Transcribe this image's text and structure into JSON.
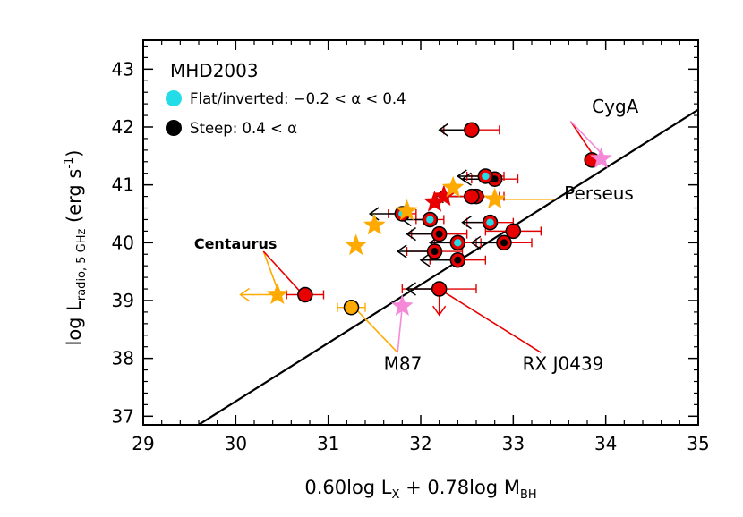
{
  "chart_data": {
    "type": "scatter",
    "xlabel": {
      "main": "0.60log L",
      "sub1": "X",
      "mid": " + 0.78log M",
      "sub2": "BH"
    },
    "ylabel": {
      "main": "log L",
      "sub": "radio, 5 GHz",
      "tail": " (erg s",
      "sup": "-1",
      "close": ")"
    },
    "xlim": [
      29,
      35
    ],
    "ylim": [
      36.85,
      43.5
    ],
    "xticks": [
      "29",
      "30",
      "31",
      "32",
      "33",
      "34",
      "35"
    ],
    "yticks": [
      "37",
      "38",
      "39",
      "40",
      "41",
      "42",
      "43"
    ],
    "grid": false,
    "legend": {
      "title": "MHD2003",
      "items": [
        {
          "label": "Flat/inverted: −0.2 < α < 0.4",
          "color": "#22dde8"
        },
        {
          "label": "Steep: 0.4 < α",
          "color": "#000000"
        }
      ],
      "placement": "top-left"
    },
    "fit_line": {
      "x": [
        29.2,
        35
      ],
      "y": [
        36.45,
        42.3
      ],
      "color": "#000000"
    },
    "colors": {
      "red": "#e80000",
      "orange": "#ffaa00",
      "pink": "#f589d8",
      "cyan": "#22dde8",
      "errbar": "#e00000"
    },
    "series": [
      {
        "marker": "circle",
        "points": [
          {
            "x": 32.55,
            "y": 41.95,
            "style": "red",
            "xerr": 0.3,
            "upper_x": 32.2
          },
          {
            "x": 32.6,
            "y": 40.8,
            "style": "red",
            "xerr": 0.3,
            "upper_x": 32.15
          },
          {
            "x": 32.55,
            "y": 40.8,
            "style": "red",
            "xerr": 0.3
          },
          {
            "x": 32.8,
            "y": 41.1,
            "style": "red_dot",
            "xerr": 0.25,
            "upper_x": 32.45
          },
          {
            "x": 32.7,
            "y": 41.15,
            "style": "red_cyan",
            "xerr": 0.2,
            "upper_x": 32.4
          },
          {
            "x": 31.8,
            "y": 40.5,
            "style": "red_cyan",
            "xerr": 0.15,
            "upper_x": 31.45
          },
          {
            "x": 32.1,
            "y": 40.4,
            "style": "red_cyan",
            "xerr": 0.15,
            "upper_x": 31.8
          },
          {
            "x": 32.2,
            "y": 40.15,
            "style": "red_dot",
            "xerr": 0.3,
            "upper_x": 31.85
          },
          {
            "x": 32.4,
            "y": 40.0,
            "style": "red_cyan",
            "xerr": 0.25,
            "upper_x": 32.1
          },
          {
            "x": 32.15,
            "y": 39.85,
            "style": "red_dot",
            "xerr": 0.3,
            "upper_x": 31.75
          },
          {
            "x": 32.4,
            "y": 39.7,
            "style": "red_dot",
            "xerr": 0.3,
            "upper_x": 32.0
          },
          {
            "x": 32.75,
            "y": 40.35,
            "style": "red_cyan",
            "xerr": 0.25,
            "upper_x": 32.45
          },
          {
            "x": 32.9,
            "y": 40.0,
            "style": "red_dot",
            "xerr": 0.3,
            "upper_x": 32.55
          },
          {
            "x": 33.0,
            "y": 40.2,
            "style": "red",
            "xerr": 0.3
          },
          {
            "x": 30.75,
            "y": 39.1,
            "style": "red",
            "xerr": 0.2
          },
          {
            "x": 32.2,
            "y": 39.2,
            "style": "red",
            "xerr": 0.4,
            "upper_x": 31.85,
            "upper_y": 38.75
          },
          {
            "x": 33.85,
            "y": 41.43,
            "style": "red"
          },
          {
            "x": 31.25,
            "y": 38.88,
            "style": "orange",
            "xerr": 0.15
          }
        ]
      },
      {
        "marker": "star",
        "points": [
          {
            "x": 32.15,
            "y": 40.7,
            "style": "red"
          },
          {
            "x": 32.25,
            "y": 40.8,
            "style": "red"
          },
          {
            "x": 32.35,
            "y": 40.95,
            "style": "orange"
          },
          {
            "x": 31.85,
            "y": 40.55,
            "style": "orange"
          },
          {
            "x": 31.5,
            "y": 40.3,
            "style": "orange"
          },
          {
            "x": 31.3,
            "y": 39.95,
            "style": "orange"
          },
          {
            "x": 32.8,
            "y": 40.75,
            "style": "orange"
          },
          {
            "x": 30.45,
            "y": 39.1,
            "style": "orange",
            "upper_x": 30.05
          },
          {
            "x": 31.8,
            "y": 38.9,
            "style": "pink"
          },
          {
            "x": 33.95,
            "y": 41.45,
            "style": "pink"
          }
        ]
      }
    ],
    "annotations": [
      {
        "text": "CygA",
        "x": 33.85,
        "y": 42.25,
        "lines": [
          [
            33.62,
            42.1,
            33.87,
            41.5
          ],
          [
            33.62,
            42.1,
            33.95,
            41.55
          ]
        ],
        "line_colors": [
          "#e80000",
          "#f589d8"
        ]
      },
      {
        "text": "Perseus",
        "x": 33.55,
        "y": 40.75,
        "lines": [
          [
            33.45,
            40.75,
            32.85,
            40.75
          ]
        ],
        "line_colors": [
          "#ffaa00"
        ]
      },
      {
        "text": "Centaurus",
        "x": 29.55,
        "y": 39.9,
        "lines": [
          [
            30.3,
            39.85,
            30.45,
            39.2
          ],
          [
            30.3,
            39.85,
            30.7,
            39.15
          ]
        ],
        "line_colors": [
          "#ffaa00",
          "#e80000"
        ]
      },
      {
        "text": "M87",
        "x": 31.6,
        "y": 37.8,
        "lines": [
          [
            31.75,
            38.1,
            31.3,
            38.85
          ],
          [
            31.75,
            38.1,
            31.8,
            38.9
          ]
        ],
        "line_colors": [
          "#ffaa00",
          "#f589d8"
        ]
      },
      {
        "text": "RX J0439",
        "x": 33.1,
        "y": 37.8,
        "lines": [
          [
            33.3,
            38.1,
            32.25,
            39.15
          ]
        ],
        "line_colors": [
          "#e80000"
        ]
      }
    ]
  }
}
